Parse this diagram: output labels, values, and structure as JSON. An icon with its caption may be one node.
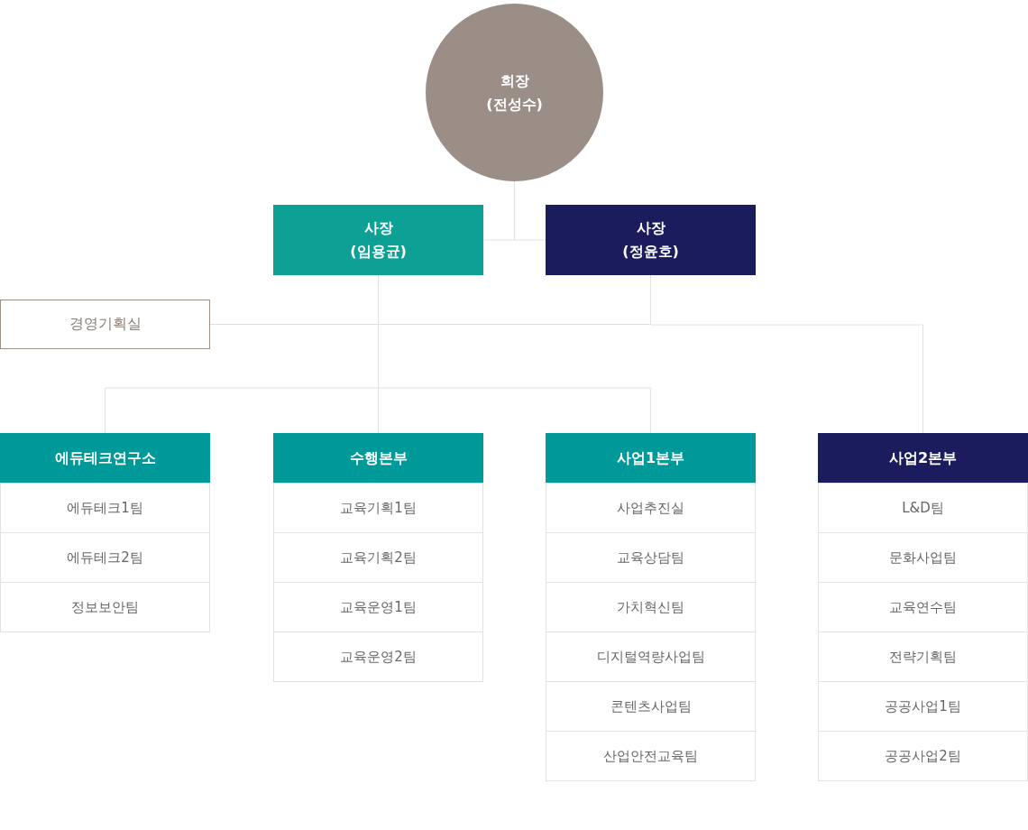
{
  "diagram": {
    "nodes": [
      {
        "text": [
          "회장",
          "(전성수)"
        ]
      },
      {
        "text": [
          "사장",
          "(임용균)"
        ]
      },
      {
        "text": [
          "사장",
          "(정윤호)"
        ]
      },
      {
        "text": [
          "경영기획실"
        ]
      },
      {
        "text": [
          "에듀테크연구소"
        ]
      },
      {
        "text": [
          "에듀테크1팀"
        ]
      },
      {
        "text": [
          "에듀테크2팀"
        ]
      },
      {
        "text": [
          "정보보안팀"
        ]
      },
      {
        "text": [
          "수행본부"
        ]
      },
      {
        "text": [
          "교육기획1팀"
        ]
      },
      {
        "text": [
          "교육기획2팀"
        ]
      },
      {
        "text": [
          "교육운영1팀"
        ]
      },
      {
        "text": [
          "교육운영2팀"
        ]
      },
      {
        "text": [
          "사업1본부"
        ]
      },
      {
        "text": [
          "사업추진실"
        ]
      },
      {
        "text": [
          "교육상담팀"
        ]
      },
      {
        "text": [
          "가치혁신팀"
        ]
      },
      {
        "text": [
          "디지털역량사업팀"
        ]
      },
      {
        "text": [
          "콘텐츠사업팀"
        ]
      },
      {
        "text": [
          "산업안전교육팀"
        ]
      },
      {
        "text": [
          "사업2본부"
        ]
      },
      {
        "text": [
          "L&D팀"
        ]
      },
      {
        "text": [
          "문화사업팀"
        ]
      },
      {
        "text": [
          "교육연수팀"
        ]
      },
      {
        "text": [
          "전략기획팀"
        ]
      },
      {
        "text": [
          "공공사업1팀"
        ]
      },
      {
        "text": [
          "공공사업2팀"
        ]
      }
    ],
    "edges": [
      {
        "from": 0,
        "to": 1,
        "arrow": "none"
      },
      {
        "from": 0,
        "to": 2,
        "arrow": "none"
      },
      {
        "from": 1,
        "to": 4,
        "arrow": "none"
      },
      {
        "from": 1,
        "to": 8,
        "arrow": "none"
      },
      {
        "from": 1,
        "to": 13,
        "arrow": "none"
      },
      {
        "from": 2,
        "to": 3,
        "arrow": "none"
      },
      {
        "from": 2,
        "to": 20,
        "arrow": "none"
      }
    ]
  }
}
